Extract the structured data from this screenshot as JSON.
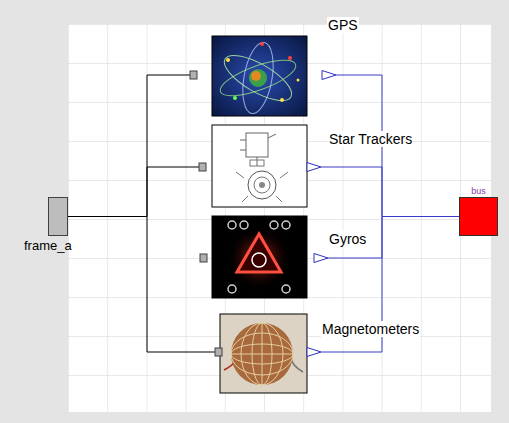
{
  "diagram": {
    "nodes": [
      {
        "text": [
          "frame_a"
        ]
      },
      {
        "text": [
          "GPS"
        ]
      },
      {
        "text": [
          "Star Trackers"
        ]
      },
      {
        "text": [
          "Gyros"
        ]
      },
      {
        "text": [
          "Magnetometers"
        ]
      },
      {
        "text": [
          "bus"
        ]
      }
    ],
    "edges": [
      {
        "from": 0,
        "to": 1,
        "arrow": "none"
      },
      {
        "from": 0,
        "to": 2,
        "arrow": "none"
      },
      {
        "from": 0,
        "to": 4,
        "arrow": "none"
      },
      {
        "from": 1,
        "to": 5,
        "arrow": "none"
      },
      {
        "from": 2,
        "to": 5,
        "arrow": "none"
      },
      {
        "from": 3,
        "to": 5,
        "arrow": "none"
      },
      {
        "from": 4,
        "to": 5,
        "arrow": "none"
      }
    ]
  }
}
